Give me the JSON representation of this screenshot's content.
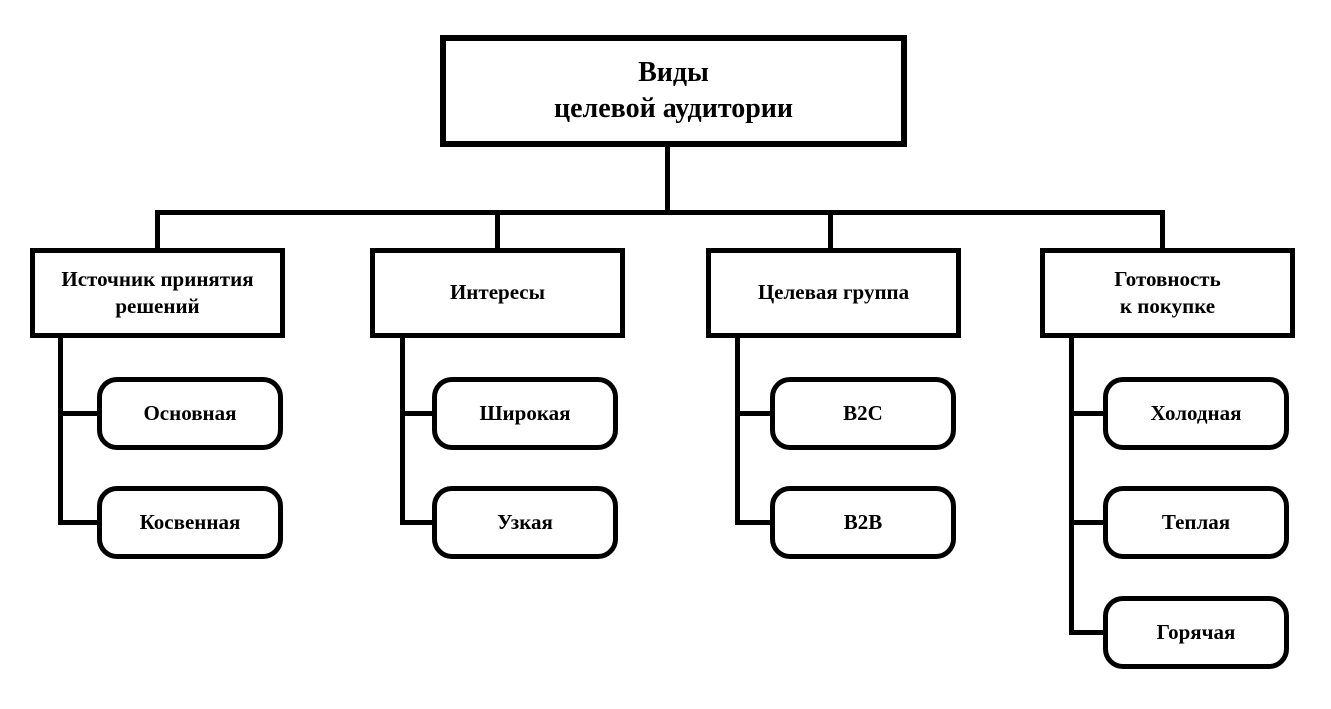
{
  "diagram": {
    "root": {
      "label": "Виды\nцелевой аудитории"
    },
    "branches": [
      {
        "label": "Источник принятия\nрешений",
        "children": [
          "Основная",
          "Косвенная"
        ]
      },
      {
        "label": "Интересы",
        "children": [
          "Широкая",
          "Узкая"
        ]
      },
      {
        "label": "Целевая группа",
        "children": [
          "B2C",
          "B2B"
        ]
      },
      {
        "label": "Готовность\nк покупке",
        "children": [
          "Холодная",
          "Теплая",
          "Горячая"
        ]
      }
    ],
    "colors": {
      "stroke": "#000000",
      "background": "#ffffff"
    }
  }
}
